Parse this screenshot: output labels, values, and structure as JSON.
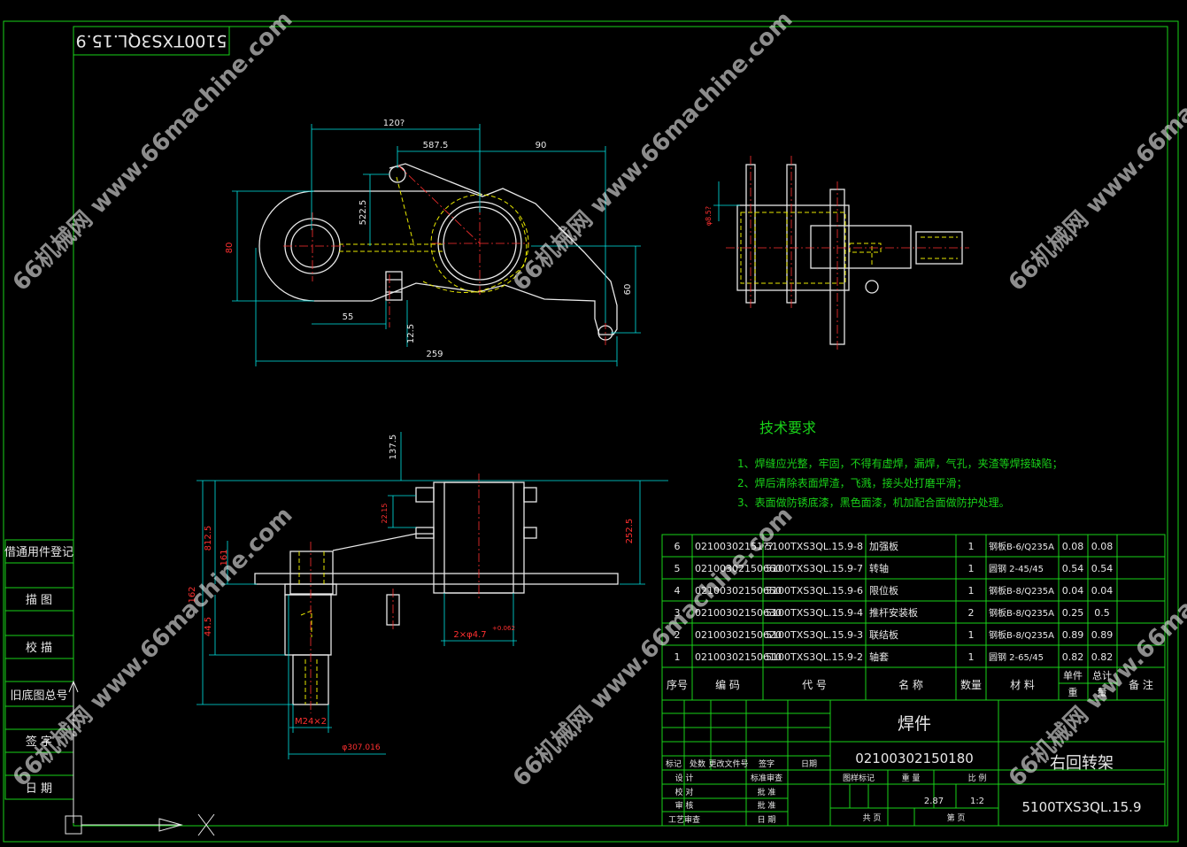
{
  "drawing_code_mirrored": "5100TXS3QL.15.9",
  "left_strip": {
    "labels": [
      "借通用件登记",
      "描 图",
      "校 描",
      "旧底图总号",
      "签 字",
      "日 期"
    ]
  },
  "top_view_dims": {
    "d1202": "120?",
    "d5875": "587.5",
    "d90": "90",
    "d5225": "522.5",
    "d80": "80",
    "d60": "60",
    "d55": "55",
    "d125": "12.5",
    "d259": "259"
  },
  "side_view_dims": {
    "dphi": "φ8.5?"
  },
  "front_view_dims": {
    "d1375": "137.5",
    "d2215": "22.15",
    "d8125": "812.5",
    "d161": "161",
    "d162": "162",
    "d445": "44.5",
    "d2525": "252.5",
    "d2x47": "2×φ4.7",
    "d2x47tol": "+0.062",
    "dm24": "M24×2",
    "dphi30": "φ307.016"
  },
  "tech_req": {
    "title": "技术要求",
    "items": [
      "1、焊缝应光整，牢固，不得有虚焊，漏焊，气孔，夹渣等焊接缺陷；",
      "2、焊后清除表面焊渣，飞溅，接头处打磨平滑；",
      "3、表面做防锈底漆，黑色面漆，机加配合面做防护处理。"
    ]
  },
  "bom": {
    "rows": [
      {
        "no": "6",
        "code": "02100302151??",
        "drawing": "5100TXS3QL.15.9-8",
        "name": "加强板",
        "qty": "1",
        "material": "钢板B-6/Q235A",
        "unit_wt": "0.08",
        "total_wt": "0.08"
      },
      {
        "no": "5",
        "code": "02100302150660",
        "drawing": "5100TXS3QL.15.9-7",
        "name": "转轴",
        "qty": "1",
        "material": "圆钢 2-45/45",
        "unit_wt": "0.54",
        "total_wt": "0.54"
      },
      {
        "no": "4",
        "code": "02100302150650",
        "drawing": "5100TXS3QL.15.9-6",
        "name": "限位板",
        "qty": "1",
        "material": "钢板B-8/Q235A",
        "unit_wt": "0.04",
        "total_wt": "0.04"
      },
      {
        "no": "3",
        "code": "02100302150630",
        "drawing": "5100TXS3QL.15.9-4",
        "name": "推杆安装板",
        "qty": "2",
        "material": "钢板B-8/Q235A",
        "unit_wt": "0.25",
        "total_wt": "0.5"
      },
      {
        "no": "2",
        "code": "02100302150620",
        "drawing": "5100TXS3QL.15.9-3",
        "name": "联结板",
        "qty": "1",
        "material": "钢板B-8/Q235A",
        "unit_wt": "0.89",
        "total_wt": "0.89"
      },
      {
        "no": "1",
        "code": "02100302150610",
        "drawing": "5100TXS3QL.15.9-2",
        "name": "轴套",
        "qty": "1",
        "material": "圆钢 2-65/45",
        "unit_wt": "0.82",
        "total_wt": "0.82"
      }
    ],
    "header": {
      "no": "序号",
      "code": "编 码",
      "drawing": "代 号",
      "name": "名 称",
      "qty": "数量",
      "material": "材 料",
      "unit_wt_a": "单件",
      "unit_wt_b": "重",
      "total_wt_a": "总计",
      "total_wt_b": "量",
      "remark": "备 注"
    }
  },
  "title_block": {
    "type": "焊件",
    "code": "02100302150180",
    "name": "右回转架",
    "drawing_no": "5100TXS3QL.15.9",
    "weight": "2.87",
    "scale": "1:2",
    "labels": {
      "biaoji": "标记",
      "chushu": "处数",
      "gengai": "更改文件号",
      "qianzi": "签字",
      "riqi": "日期",
      "sheji": "设 计",
      "jiaodui": "校 对",
      "shenhe": "审 核",
      "gongyi": "工艺审查",
      "biaozhun": "标准审查",
      "pizhun": "批 准",
      "pizhun2": "批 准",
      "riqi2": "日 期",
      "tuyang": "图样标记",
      "zhongliang": "重 量",
      "bili": "比 例",
      "gong": "共 页",
      "di": "第 页"
    }
  },
  "watermark": "66机械网 www.66machine.com"
}
